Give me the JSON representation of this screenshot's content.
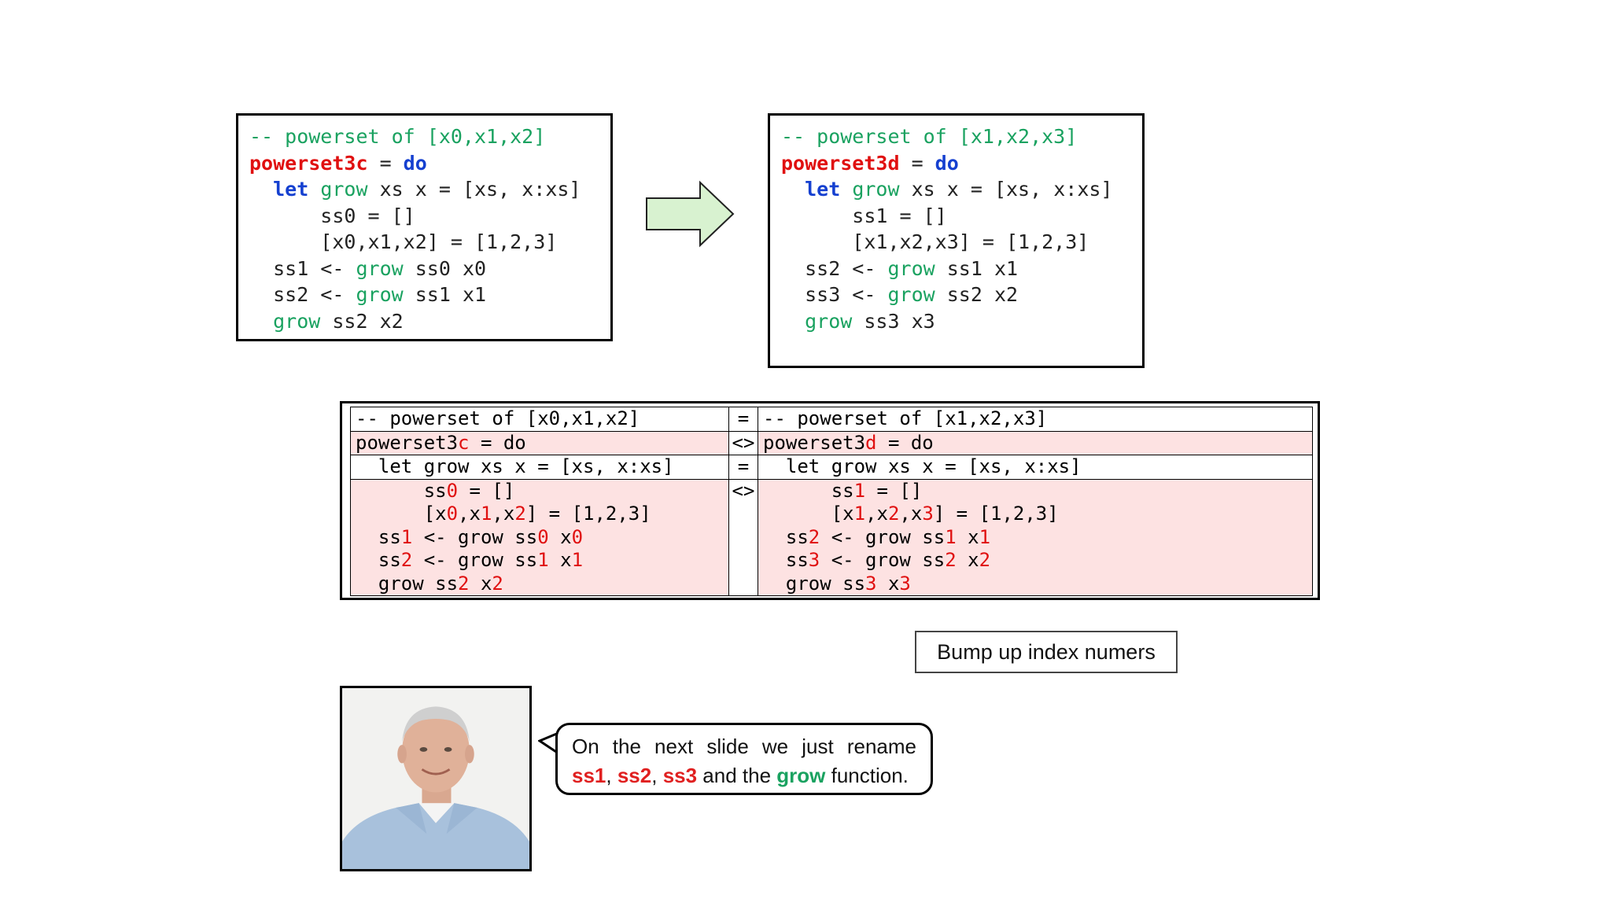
{
  "left_code": {
    "lines": [
      [
        {
          "t": "-- powerset of [x0,x1,x2]",
          "c": "comment"
        }
      ],
      [
        {
          "t": "powerset3c",
          "c": "fn"
        },
        {
          "t": " = ",
          "c": "plain"
        },
        {
          "t": "do",
          "c": "kw"
        }
      ],
      [
        {
          "t": "  ",
          "c": "plain"
        },
        {
          "t": "let",
          "c": "kw"
        },
        {
          "t": " ",
          "c": "plain"
        },
        {
          "t": "grow",
          "c": "grow"
        },
        {
          "t": " xs x = [xs, x:xs]",
          "c": "plain"
        }
      ],
      [
        {
          "t": "      ss0 = []",
          "c": "plain"
        }
      ],
      [
        {
          "t": "      [x0,x1,x2] = [1,2,3]",
          "c": "plain"
        }
      ],
      [
        {
          "t": "  ss1 <- ",
          "c": "plain"
        },
        {
          "t": "grow",
          "c": "grow"
        },
        {
          "t": " ss0 x0",
          "c": "plain"
        }
      ],
      [
        {
          "t": "  ss2 <- ",
          "c": "plain"
        },
        {
          "t": "grow",
          "c": "grow"
        },
        {
          "t": " ss1 x1",
          "c": "plain"
        }
      ],
      [
        {
          "t": "  ",
          "c": "plain"
        },
        {
          "t": "grow",
          "c": "grow"
        },
        {
          "t": " ss2 x2",
          "c": "plain"
        }
      ]
    ]
  },
  "right_code": {
    "lines": [
      [
        {
          "t": "-- powerset of [x1,x2,x3]",
          "c": "comment"
        }
      ],
      [
        {
          "t": "powerset3d",
          "c": "fn"
        },
        {
          "t": " = ",
          "c": "plain"
        },
        {
          "t": "do",
          "c": "kw"
        }
      ],
      [
        {
          "t": "  ",
          "c": "plain"
        },
        {
          "t": "let",
          "c": "kw"
        },
        {
          "t": " ",
          "c": "plain"
        },
        {
          "t": "grow",
          "c": "grow"
        },
        {
          "t": " xs x = [xs, x:xs]",
          "c": "plain"
        }
      ],
      [
        {
          "t": "      ss1 = []",
          "c": "plain"
        }
      ],
      [
        {
          "t": "      [x1,x2,x3] = [1,2,3]",
          "c": "plain"
        }
      ],
      [
        {
          "t": "  ss2 <- ",
          "c": "plain"
        },
        {
          "t": "grow",
          "c": "grow"
        },
        {
          "t": " ss1 x1",
          "c": "plain"
        }
      ],
      [
        {
          "t": "  ss3 <- ",
          "c": "plain"
        },
        {
          "t": "grow",
          "c": "grow"
        },
        {
          "t": " ss2 x2",
          "c": "plain"
        }
      ],
      [
        {
          "t": "  ",
          "c": "plain"
        },
        {
          "t": "grow",
          "c": "grow"
        },
        {
          "t": " ss3 x3",
          "c": "plain"
        }
      ]
    ]
  },
  "diff": {
    "rows": [
      {
        "marker": "=",
        "changed": false,
        "left": [
          [
            {
              "t": "-- powerset of [x0,x1,x2]"
            }
          ]
        ],
        "right": [
          [
            {
              "t": "-- powerset of [x1,x2,x3]"
            }
          ]
        ]
      },
      {
        "marker": "<>",
        "changed": true,
        "left": [
          [
            {
              "t": "powerset3"
            },
            {
              "t": "c",
              "h": true
            },
            {
              "t": " = do"
            }
          ]
        ],
        "right": [
          [
            {
              "t": "powerset3"
            },
            {
              "t": "d",
              "h": true
            },
            {
              "t": " = do"
            }
          ]
        ]
      },
      {
        "marker": "=",
        "changed": false,
        "left": [
          [
            {
              "t": "  let grow xs x = [xs, x:xs]"
            }
          ]
        ],
        "right": [
          [
            {
              "t": "  let grow xs x = [xs, x:xs]"
            }
          ]
        ]
      },
      {
        "marker": "<>",
        "changed": true,
        "left": [
          [
            {
              "t": "      ss"
            },
            {
              "t": "0",
              "h": true
            },
            {
              "t": " = []"
            }
          ],
          [
            {
              "t": "      [x"
            },
            {
              "t": "0",
              "h": true
            },
            {
              "t": ",x"
            },
            {
              "t": "1",
              "h": true
            },
            {
              "t": ",x"
            },
            {
              "t": "2",
              "h": true
            },
            {
              "t": "] = [1,2,3]"
            }
          ],
          [
            {
              "t": "  ss"
            },
            {
              "t": "1",
              "h": true
            },
            {
              "t": " <- grow ss"
            },
            {
              "t": "0",
              "h": true
            },
            {
              "t": " x"
            },
            {
              "t": "0",
              "h": true
            }
          ],
          [
            {
              "t": "  ss"
            },
            {
              "t": "2",
              "h": true
            },
            {
              "t": " <- grow ss"
            },
            {
              "t": "1",
              "h": true
            },
            {
              "t": " x"
            },
            {
              "t": "1",
              "h": true
            }
          ],
          [
            {
              "t": "  grow ss"
            },
            {
              "t": "2",
              "h": true
            },
            {
              "t": " x"
            },
            {
              "t": "2",
              "h": true
            }
          ]
        ],
        "right": [
          [
            {
              "t": "      ss"
            },
            {
              "t": "1",
              "h": true
            },
            {
              "t": " = []"
            }
          ],
          [
            {
              "t": "      [x"
            },
            {
              "t": "1",
              "h": true
            },
            {
              "t": ",x"
            },
            {
              "t": "2",
              "h": true
            },
            {
              "t": ",x"
            },
            {
              "t": "3",
              "h": true
            },
            {
              "t": "] = [1,2,3]"
            }
          ],
          [
            {
              "t": "  ss"
            },
            {
              "t": "2",
              "h": true
            },
            {
              "t": " <- grow ss"
            },
            {
              "t": "1",
              "h": true
            },
            {
              "t": " x"
            },
            {
              "t": "1",
              "h": true
            }
          ],
          [
            {
              "t": "  ss"
            },
            {
              "t": "3",
              "h": true
            },
            {
              "t": " <- grow ss"
            },
            {
              "t": "2",
              "h": true
            },
            {
              "t": " x"
            },
            {
              "t": "2",
              "h": true
            }
          ],
          [
            {
              "t": "  grow ss"
            },
            {
              "t": "3",
              "h": true
            },
            {
              "t": " x"
            },
            {
              "t": "3",
              "h": true
            }
          ]
        ]
      }
    ]
  },
  "caption": "Bump up index numers",
  "speech": {
    "line1": "On the next slide we just rename",
    "line2_parts": [
      {
        "t": "ss1",
        "style": "red"
      },
      {
        "t": ", ",
        "style": "plain"
      },
      {
        "t": "ss2",
        "style": "red"
      },
      {
        "t": ", ",
        "style": "plain"
      },
      {
        "t": "ss3",
        "style": "red"
      },
      {
        "t": " and the ",
        "style": "plain"
      },
      {
        "t": "grow",
        "style": "green"
      },
      {
        "t": " function.",
        "style": "plain"
      }
    ]
  },
  "colors": {
    "comment": "#1aa260",
    "function_name": "#e01010",
    "keyword": "#1540d0",
    "diff_highlight": "#e01010",
    "diff_changed_bg": "#fde2e2",
    "arrow_fill": "#d8f2d0"
  },
  "icons": {
    "arrow": "right-arrow-icon",
    "avatar": "presenter-photo"
  }
}
